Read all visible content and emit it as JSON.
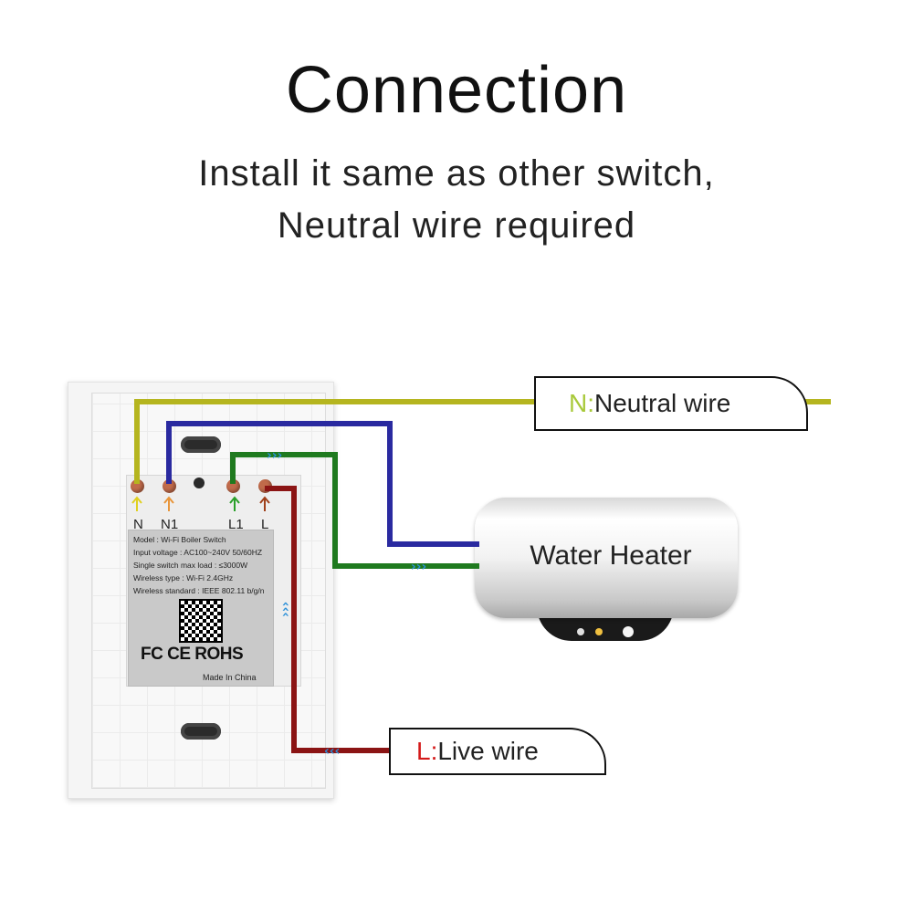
{
  "header": {
    "title": "Connection",
    "subtitle_line1": "Install it same as other switch,",
    "subtitle_line2": "Neutral wire required"
  },
  "terminals": [
    {
      "label": "N",
      "arrow_color": "#e0d020"
    },
    {
      "label": "N1",
      "arrow_color": "#e8953a"
    },
    {
      "label": "L1",
      "arrow_color": "#2aa02a"
    },
    {
      "label": "L",
      "arrow_color": "#a0401a"
    }
  ],
  "spec_label": {
    "model": "Model : Wi-Fi Boiler Switch",
    "input_voltage": "Input voltage : AC100~240V  50/60HZ",
    "max_load": "Single switch max load : ≤3000W",
    "wireless_type": "Wireless type : Wi-Fi 2.4GHz",
    "wireless_standard": "Wireless standard : IEEE 802.11 b/g/n",
    "certifications": "FC CE ROHS",
    "origin": "Made In China"
  },
  "neutral_tag": {
    "letter": "N:",
    "text": "Neutral wire"
  },
  "live_tag": {
    "letter": "L:",
    "text": "Live wire"
  },
  "appliance": {
    "label": "Water Heater"
  },
  "wire_colors": {
    "neutral": "#b5b51f",
    "n1": "#2a2aa0",
    "l1": "#1f7a1f",
    "live": "#8b1414",
    "flow_arrows": "#2a8fd8"
  }
}
